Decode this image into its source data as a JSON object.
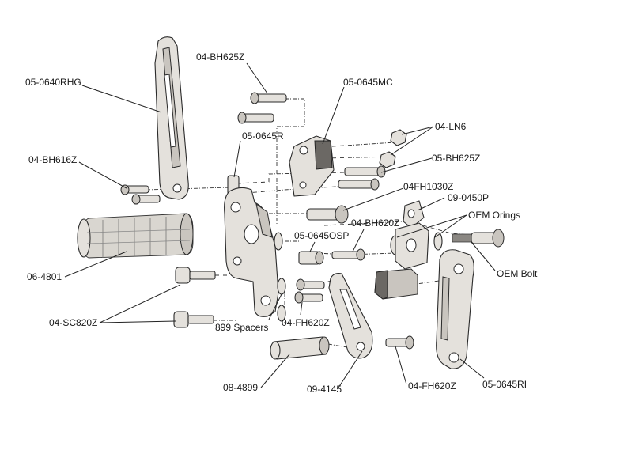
{
  "labels": {
    "p_05_0640RHG": "05-0640RHG",
    "p_04_BH625Z": "04-BH625Z",
    "p_05_0645MC": "05-0645MC",
    "p_04_LN6": "04-LN6",
    "p_05_0645R": "05-0645R",
    "p_05_BH625Z": "05-BH625Z",
    "p_04_BH616Z": "04-BH616Z",
    "p_04FH1030Z": "04FH1030Z",
    "p_09_0450P": "09-0450P",
    "p_OEM_Orings": "OEM Orings",
    "p_04_BH620Z": "04-BH620Z",
    "p_05_0645OSP": "05-0645OSP",
    "p_OEM_Bolt": "OEM Bolt",
    "p_06_4801": "06-4801",
    "p_04_SC820Z": "04-SC820Z",
    "p_899_Spacers": "899 Spacers",
    "p_04_FH620Z_a": "04-FH620Z",
    "p_08_4899": "08-4899",
    "p_09_4145": "09-4145",
    "p_04_FH620Z_b": "04-FH620Z",
    "p_05_0645RI": "05-0645RI"
  }
}
